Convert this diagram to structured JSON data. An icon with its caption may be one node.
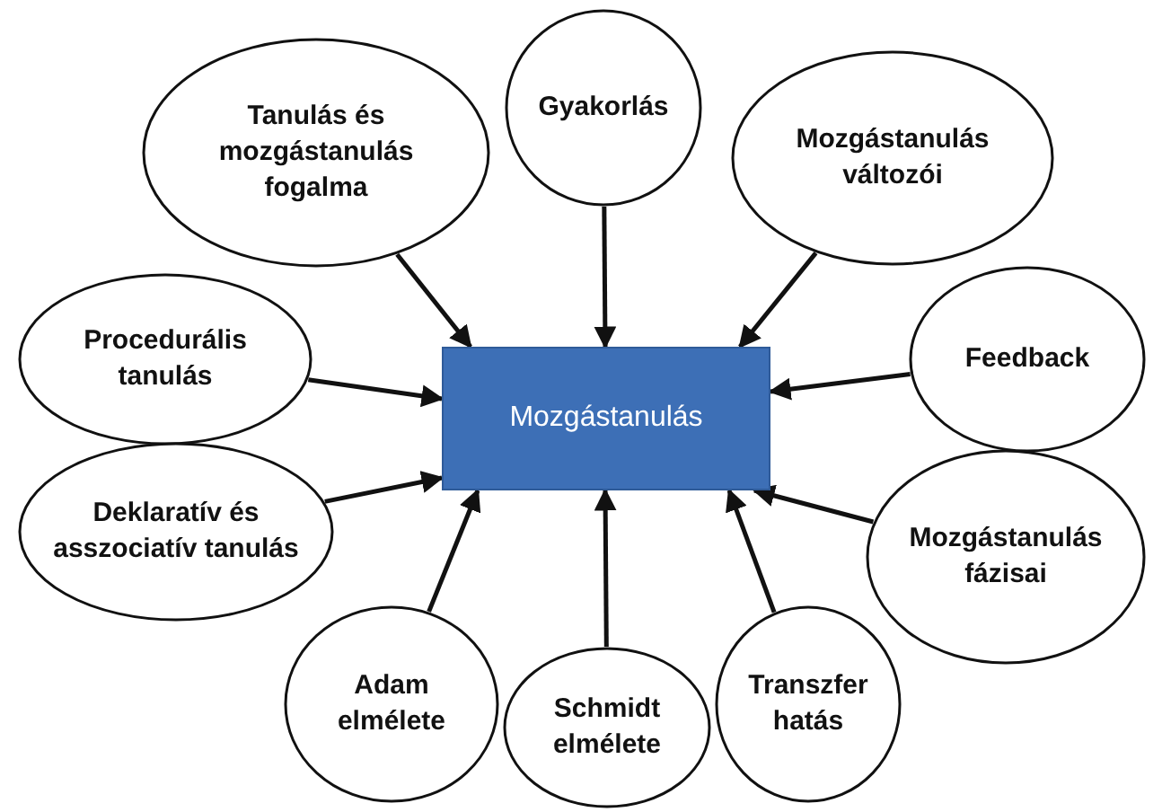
{
  "diagram": {
    "nodes": [
      {
        "text": [
          "Tanulás és mozgástanulás fogalma"
        ]
      },
      {
        "text": [
          "Gyakorlás"
        ]
      },
      {
        "text": [
          "Mozgástanulás változói"
        ]
      },
      {
        "text": [
          "Procedurális tanulás"
        ]
      },
      {
        "text": [
          "Feedback"
        ]
      },
      {
        "text": [
          "Mozgástanulás"
        ]
      },
      {
        "text": [
          "Deklaratív és asszociatív tanulás"
        ]
      },
      {
        "text": [
          "Mozgástanulás fázisai"
        ]
      },
      {
        "text": [
          "Adam elmélete"
        ]
      },
      {
        "text": [
          "Schmidt elmélete"
        ]
      },
      {
        "text": [
          "Transzfer hatás"
        ]
      }
    ],
    "edges": [
      {
        "from": 0,
        "to": 5,
        "arrow": "to"
      },
      {
        "from": 1,
        "to": 5,
        "arrow": "to"
      },
      {
        "from": 2,
        "to": 5,
        "arrow": "to"
      },
      {
        "from": 3,
        "to": 5,
        "arrow": "to"
      },
      {
        "from": 4,
        "to": 5,
        "arrow": "to"
      },
      {
        "from": 6,
        "to": 5,
        "arrow": "to"
      },
      {
        "from": 7,
        "to": 5,
        "arrow": "to"
      },
      {
        "from": 8,
        "to": 5,
        "arrow": "to"
      },
      {
        "from": 9,
        "to": 5,
        "arrow": "to"
      },
      {
        "from": 10,
        "to": 5,
        "arrow": "to"
      }
    ]
  }
}
